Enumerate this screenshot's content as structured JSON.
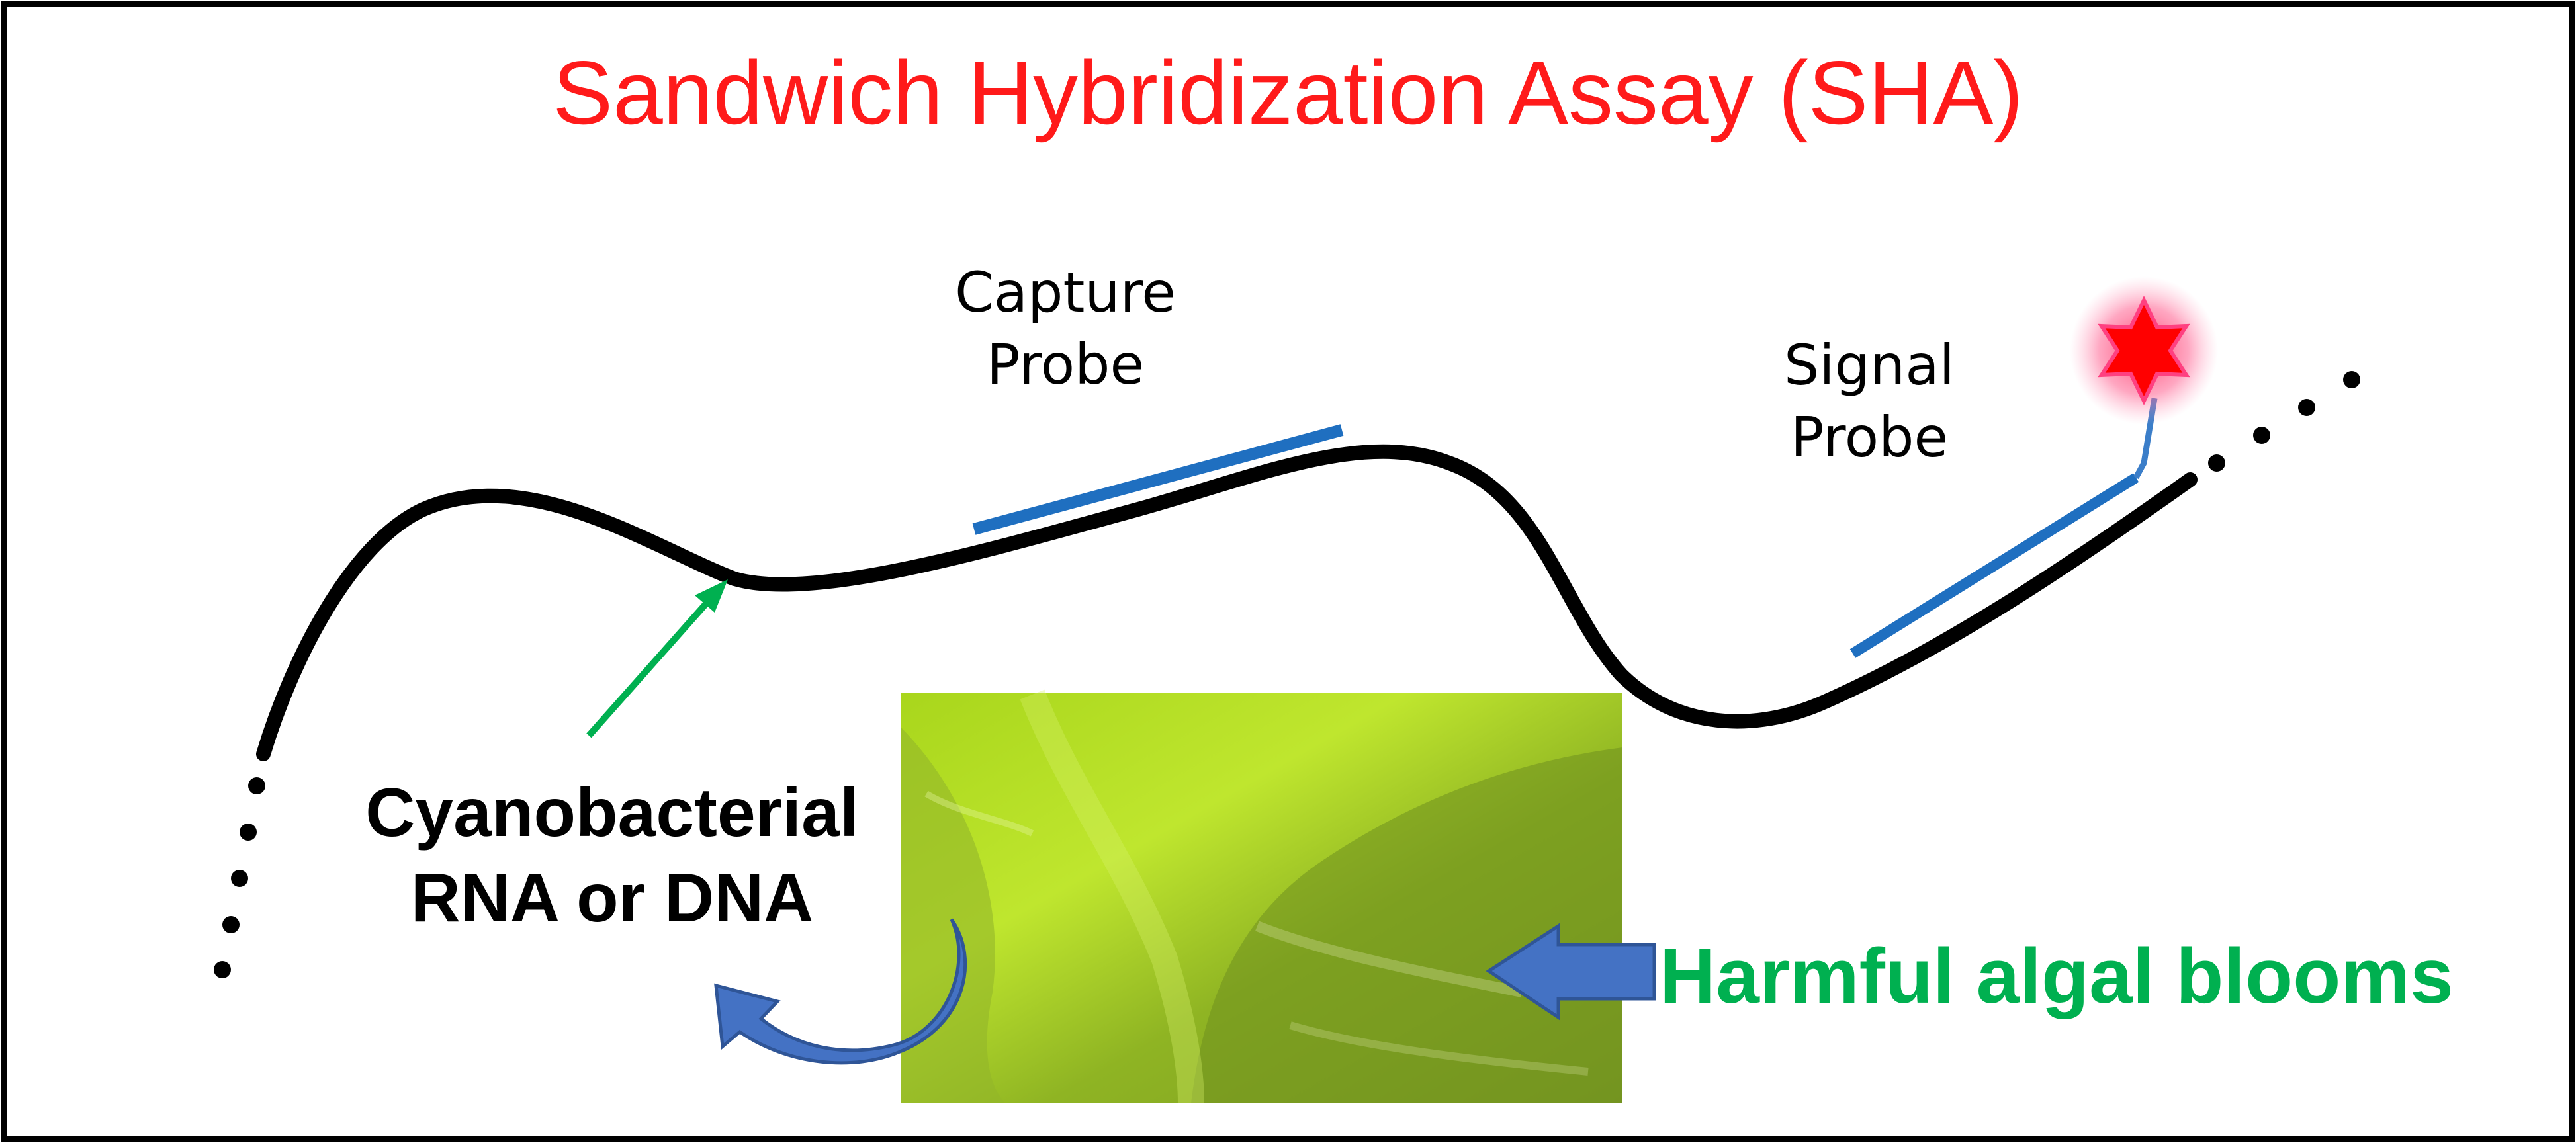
{
  "diagram": {
    "title": "Sandwich Hybridization Assay (SHA)",
    "capture_probe": {
      "line1": "Capture",
      "line2": "Probe"
    },
    "signal_probe": {
      "line1": "Signal",
      "line2": "Probe"
    },
    "target": {
      "line1": "Cyanobacterial",
      "line2": "RNA or DNA"
    },
    "bloom_label": "Harmful algal blooms",
    "colors": {
      "title": "#ff1a1a",
      "strand": "#000000",
      "probe": "#1f6fc0",
      "pointer_arrow": "#00b050",
      "bloom_text": "#00b050",
      "block_arrow": "#4472c4",
      "star": "#ff0000",
      "frame": "#000000"
    },
    "icons": [
      "label-star-icon",
      "pointer-arrow-icon",
      "block-arrow-icon",
      "curved-arrow-icon"
    ]
  }
}
